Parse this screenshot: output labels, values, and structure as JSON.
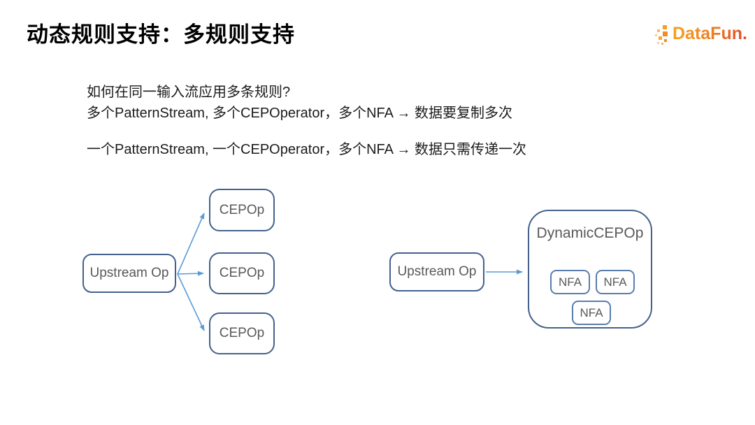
{
  "slide": {
    "title": "动态规则支持：多规则支持",
    "logo_text": "DataFun.",
    "body": {
      "line1": "如何在同一输入流应用多条规则?",
      "line2": "多个PatternStream, 多个CEPOperator，多个NFA → 数据要复制多次",
      "line3": "一个PatternStream, 一个CEPOperator，多个NFA → 数据只需传递一次"
    }
  },
  "diagram_left": {
    "upstream_label": "Upstream Op",
    "cepop_labels": [
      "CEPOp",
      "CEPOp",
      "CEPOp"
    ]
  },
  "diagram_right": {
    "upstream_label": "Upstream Op",
    "container_label": "DynamicCEPOp",
    "nfa_labels": [
      "NFA",
      "NFA",
      "NFA"
    ]
  },
  "colors": {
    "box_border": "#44618e",
    "nfa_border": "#5a7dab",
    "arrow_blue": "#5b9bd5",
    "box_text": "#595959",
    "logo_gradient_start": "#f6a21d",
    "logo_gradient_end": "#e1492a"
  }
}
